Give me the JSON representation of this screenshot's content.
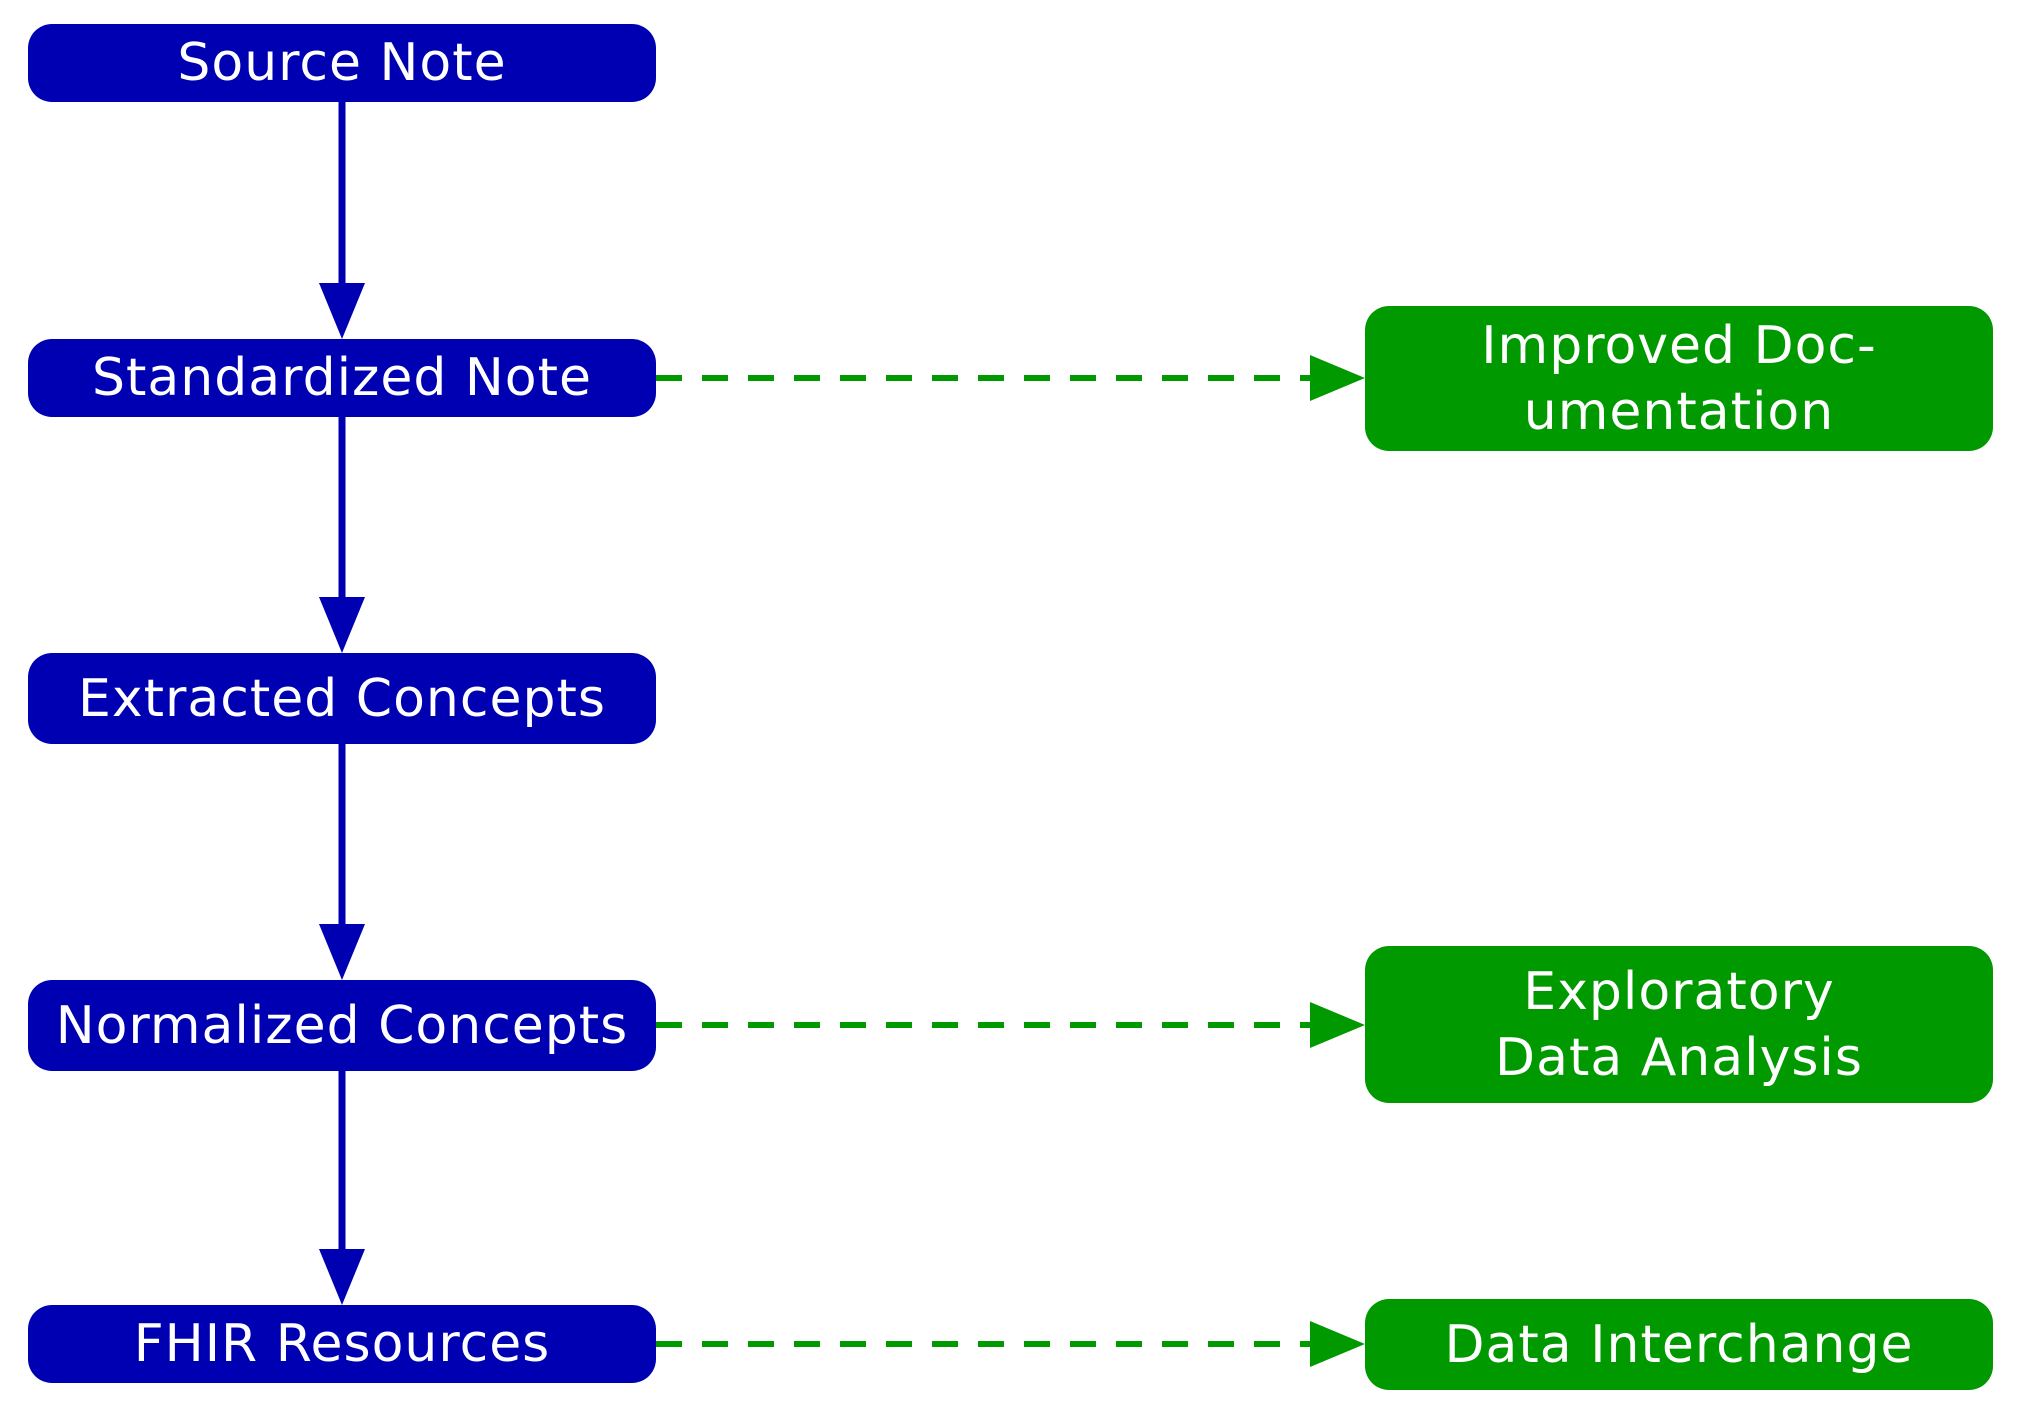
{
  "nodes": {
    "source_note": "Source Note",
    "standardized_note": "Standardized Note",
    "extracted_concepts": "Extracted Concepts",
    "normalized_concepts": "Normalized Concepts",
    "fhir_resources": "FHIR Resources",
    "improved_documentation": {
      "line1": "Improved Doc-",
      "line2": "umentation"
    },
    "exploratory_data_analysis": {
      "line1": "Exploratory",
      "line2": "Data Analysis"
    },
    "data_interchange": "Data Interchange"
  },
  "edges": [
    {
      "from": "Source Note",
      "to": "Standardized Note",
      "style": "solid"
    },
    {
      "from": "Standardized Note",
      "to": "Extracted Concepts",
      "style": "solid"
    },
    {
      "from": "Extracted Concepts",
      "to": "Normalized Concepts",
      "style": "solid"
    },
    {
      "from": "Normalized Concepts",
      "to": "FHIR Resources",
      "style": "solid"
    },
    {
      "from": "Standardized Note",
      "to": "Improved Documentation",
      "style": "dashed"
    },
    {
      "from": "Normalized Concepts",
      "to": "Exploratory Data Analysis",
      "style": "dashed"
    },
    {
      "from": "FHIR Resources",
      "to": "Data Interchange",
      "style": "dashed"
    }
  ],
  "colors": {
    "pipeline": "#0000b3",
    "outcome": "#009900",
    "text": "#ffffff"
  }
}
